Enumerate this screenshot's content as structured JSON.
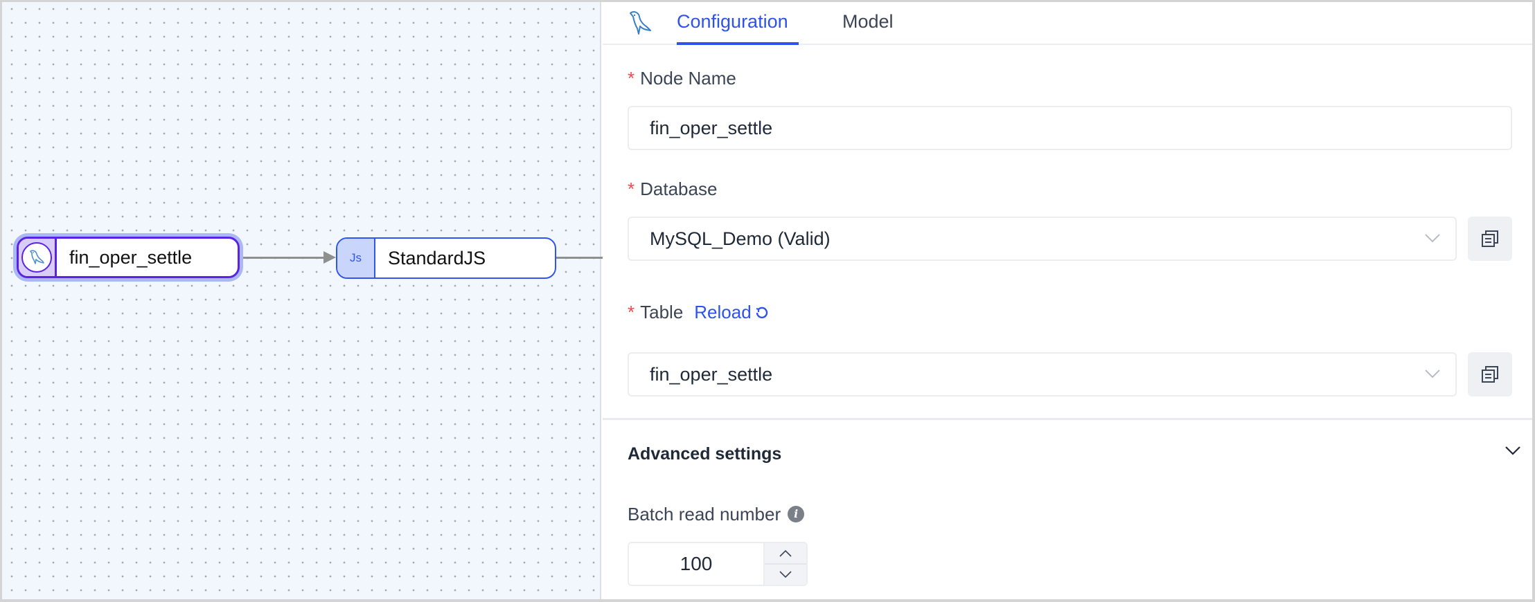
{
  "canvas": {
    "nodes": [
      {
        "id": "source",
        "label": "fin_oper_settle",
        "icon": "mysql-dolphin-icon",
        "type": "database-source",
        "selected": true
      },
      {
        "id": "js",
        "label": "StandardJS",
        "icon_text": "Js",
        "type": "js-processor",
        "selected": false
      }
    ],
    "edges": [
      {
        "from": "source",
        "to": "js"
      },
      {
        "from": "js",
        "to": "offscreen"
      }
    ],
    "colors": {
      "background": "#f2f6fd",
      "source_border": "#5b21e6",
      "js_border": "#2f55ee",
      "edge": "#8f8f8f"
    }
  },
  "panel": {
    "tab_icon": "mysql-dolphin-icon",
    "tabs": [
      {
        "label": "Configuration",
        "active": true
      },
      {
        "label": "Model",
        "active": false
      }
    ],
    "fields": {
      "node_name": {
        "label": "Node Name",
        "required": true,
        "value": "fin_oper_settle"
      },
      "database": {
        "label": "Database",
        "required": true,
        "value": "MySQL_Demo (Valid)"
      },
      "table": {
        "label": "Table",
        "required": true,
        "reload_label": "Reload",
        "value": "fin_oper_settle"
      }
    },
    "advanced": {
      "title": "Advanced settings",
      "expanded": false,
      "batch_read": {
        "label": "Batch read number",
        "value": "100"
      }
    },
    "colors": {
      "accent": "#2c53eb",
      "required": "#f0474f",
      "label": "#3b4556"
    }
  }
}
